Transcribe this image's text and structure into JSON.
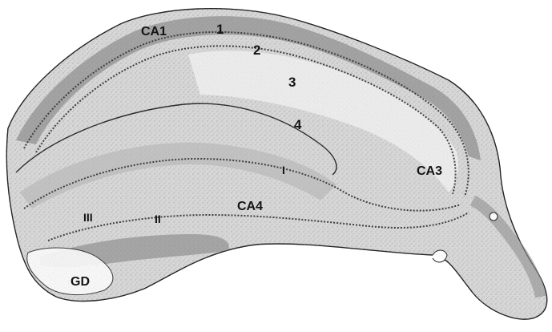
{
  "labels": {
    "ca1": "CA1",
    "layer_1": "1",
    "layer_2": "2",
    "layer_3": "3",
    "layer_4": "4",
    "ca3": "CA3",
    "ca4": "CA4",
    "gd": "GD",
    "layer_ii": "II",
    "layer_i_dg": "I",
    "layer_iii_dg": "III"
  },
  "colors": {
    "tissue_dark": "#8c8c8c",
    "tissue_mid": "#b9b9b9",
    "tissue_light": "#d9d9d9",
    "outline": "#1e1e1e",
    "background": "#ffffff"
  }
}
